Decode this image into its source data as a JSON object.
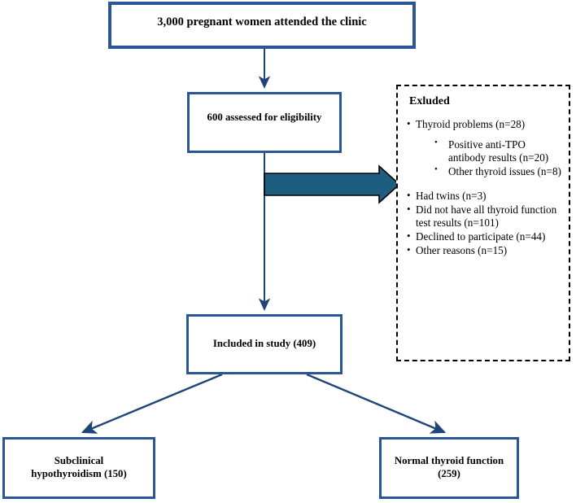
{
  "diagram": {
    "type": "study-flow-chart",
    "colors": {
      "box_border": "#2a5699",
      "connector_line": "#1f4477",
      "block_arrow_fill": "#1d5e80",
      "block_arrow_stroke": "#000000",
      "excluded_border": "#000000",
      "background": "#ffffff"
    },
    "nodes": {
      "attended": {
        "label": "3,000 pregnant women attended the clinic"
      },
      "eligibility": {
        "label": "600 assessed for eligibility"
      },
      "included": {
        "label": "Included in study (409)"
      },
      "subclinical": {
        "label": "Subclinical\nhypothyroidism (150)"
      },
      "normal": {
        "label": "Normal thyroid function\n(259)"
      }
    },
    "excluded": {
      "title": "Exluded",
      "items": [
        {
          "bullet": "•",
          "text": "Thyroid problems (n=28)"
        }
      ],
      "sub_items": [
        {
          "bullet": "•",
          "text": "Positive anti-TPO antibody results (n=20)"
        },
        {
          "bullet": "•",
          "text": "Other thyroid issues (n=8)"
        }
      ],
      "items2": [
        {
          "bullet": "•",
          "text": "Had twins (n=3)"
        },
        {
          "bullet": "•",
          "text": "Did not have all thyroid function test results (n=101)"
        },
        {
          "bullet": "•",
          "text": "Declined to participate (n=44)"
        },
        {
          "bullet": "•",
          "text": "Other reasons (n=15)"
        }
      ]
    },
    "connectors": [
      {
        "name": "attended-to-eligibility",
        "kind": "arrow-down"
      },
      {
        "name": "eligibility-to-excluded",
        "kind": "block-arrow-right"
      },
      {
        "name": "eligibility-to-included",
        "kind": "arrow-down"
      },
      {
        "name": "included-to-subclinical",
        "kind": "arrow-diagonal-left"
      },
      {
        "name": "included-to-normal",
        "kind": "arrow-diagonal-right"
      }
    ]
  }
}
